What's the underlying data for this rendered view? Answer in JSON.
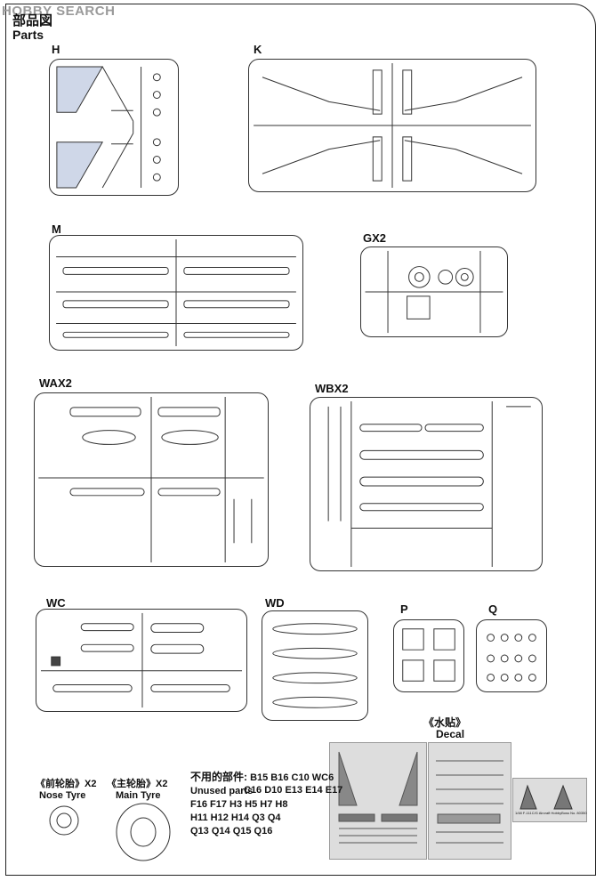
{
  "logo": {
    "brand": "HOBBY SEARCH"
  },
  "header": {
    "title_cn": "部品図",
    "title_en": "Parts"
  },
  "sprues": {
    "H": "H",
    "K": "K",
    "M": "M",
    "GX2": "GX2",
    "WAX2": "WAX2",
    "WBX2": "WBX2",
    "WC": "WC",
    "WD": "WD",
    "P": "P",
    "Q": "Q"
  },
  "decal": {
    "title_cn": "《水贴》",
    "title_en": "Decal",
    "footnote_right": "1/48 F-111C/G Aircraft HobbyBoss No. 80350"
  },
  "tyres": {
    "nose_cn": "《前轮胎》X2",
    "nose_en": "Nose Tyre",
    "main_cn": "《主轮胎》X2",
    "main_en": "Main Tyre"
  },
  "unused": {
    "label_cn": "不用的部件:",
    "label_en": "Unused parts",
    "line1": "B15 B16  C10 WC6",
    "line2": "C16 D10 E13 E14 E17",
    "line3": "F16 F17 H3 H5 H7 H8",
    "line4": "H11 H12 H14 Q3 Q4",
    "line5": "Q13 Q14 Q15 Q16"
  }
}
